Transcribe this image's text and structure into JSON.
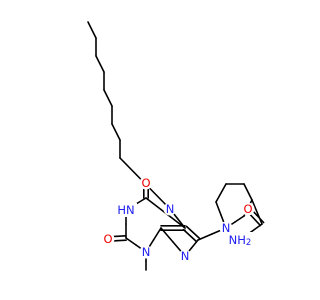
{
  "molecule": {
    "atoms": [
      {
        "id": "o_top",
        "element": "O",
        "label": "O"
      },
      {
        "id": "n7",
        "element": "N",
        "label": "N"
      },
      {
        "id": "n1",
        "element": "N",
        "label": "HN",
        "label_parts": [
          "H",
          "N"
        ]
      },
      {
        "id": "n9",
        "element": "N",
        "label": "N"
      },
      {
        "id": "n_pip",
        "element": "N",
        "label": "N"
      },
      {
        "id": "o_amide",
        "element": "O",
        "label": "O"
      },
      {
        "id": "nh2",
        "element": "N",
        "label": "NH2",
        "label_parts": [
          "NH",
          "2"
        ]
      },
      {
        "id": "o_left",
        "element": "O",
        "label": "O"
      },
      {
        "id": "n3",
        "element": "N",
        "label": "N"
      }
    ],
    "colors": {
      "carbon": "#000000",
      "nitrogen": "#2020f0",
      "oxygen": "#f00000"
    }
  }
}
